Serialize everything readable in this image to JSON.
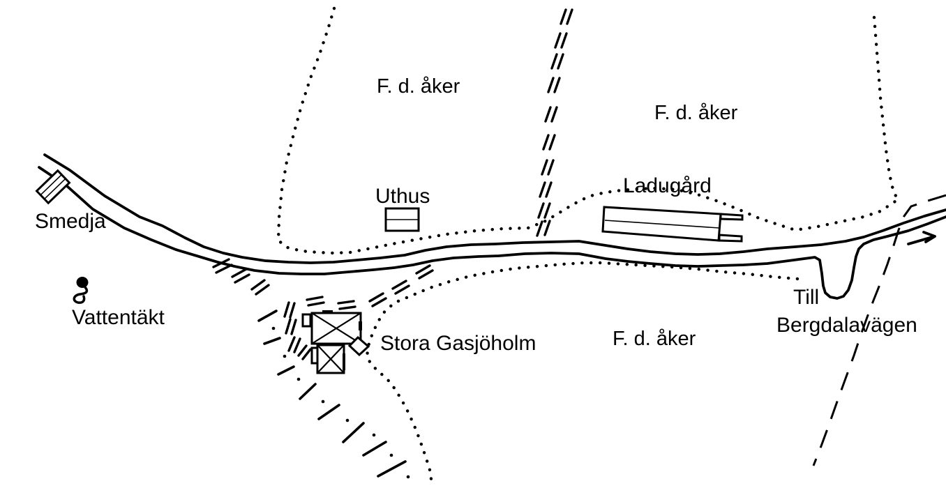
{
  "map": {
    "background": "#ffffff",
    "ink": "#000000",
    "labels": {
      "field_top_left": "F. d. åker",
      "field_top_right": "F. d. åker",
      "field_bottom": "F. d. åker",
      "smithy": "Smedja",
      "water_source": "Vattentäkt",
      "outbuilding": "Uthus",
      "barn": "Ladugård",
      "farm": "Stora Gasjöholm",
      "direction_line1": "Till",
      "direction_line2": "Bergdalavägen"
    }
  }
}
